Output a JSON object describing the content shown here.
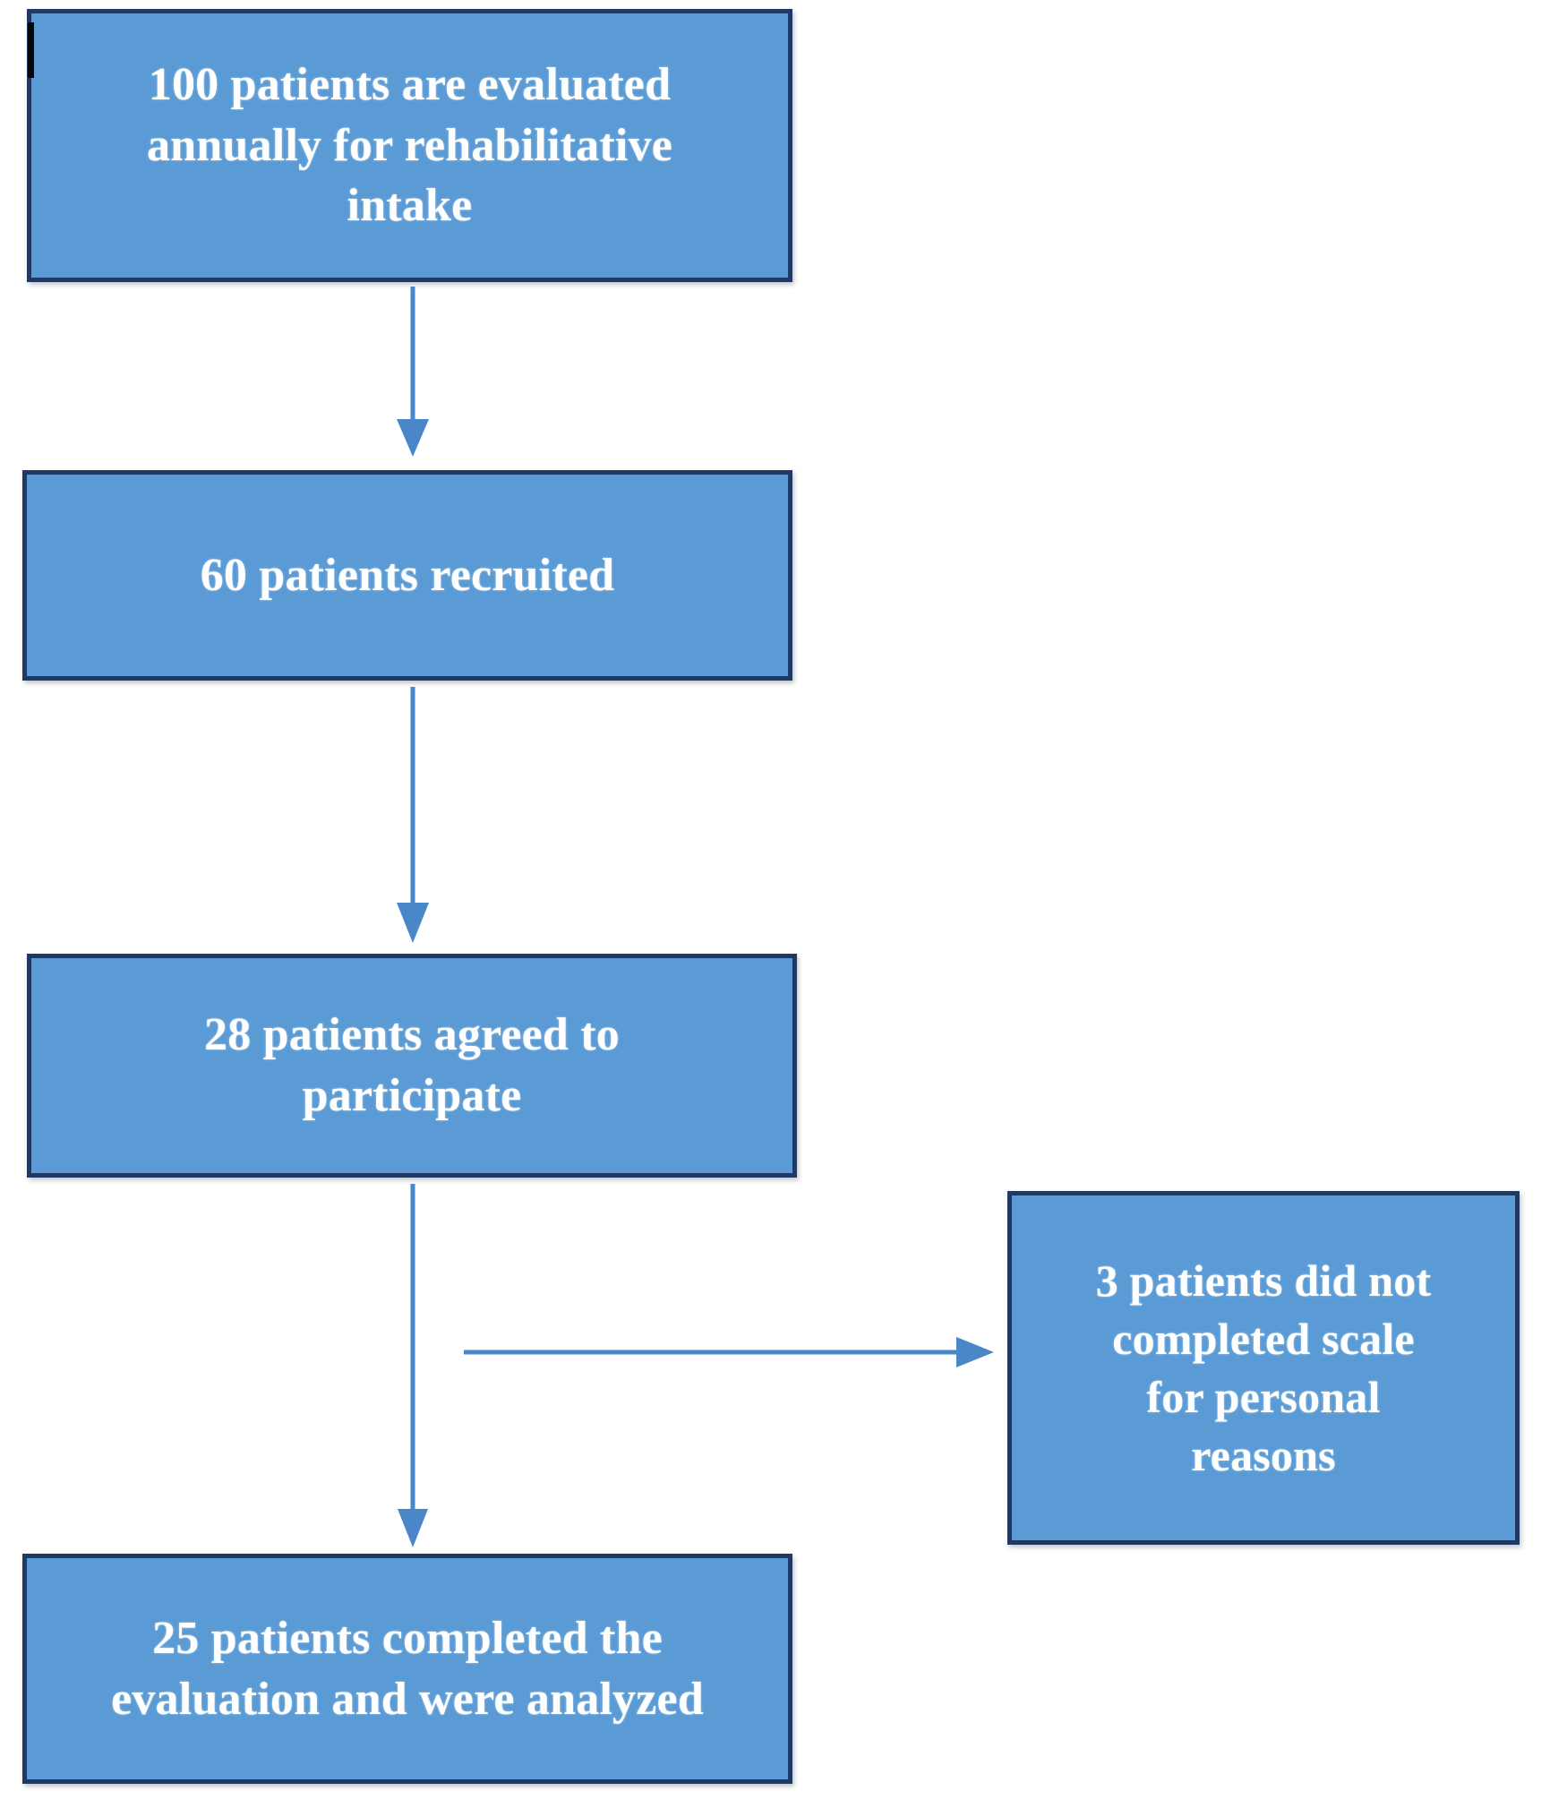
{
  "figure": {
    "kind": "patient-flow-diagram",
    "background_color": "#ffffff",
    "box_fill_color": "#5b9bd5",
    "box_border_color": "#1f3864",
    "box_text_color": "#ffffff",
    "arrow_color": "#4a87c8"
  },
  "nodes": {
    "intake": {
      "id": "intake",
      "text": "100 patients are evaluated\nannually for rehabilitative\nintake",
      "count": 100
    },
    "recruited": {
      "id": "recruited",
      "text": "60 patients recruited",
      "count": 60
    },
    "agreed": {
      "id": "agreed",
      "text": "28 patients agreed to\nparticipate",
      "count": 28
    },
    "dropout": {
      "id": "dropout",
      "text": "3 patients did not\ncompleted scale\nfor personal\nreasons",
      "count": 3
    },
    "analyzed": {
      "id": "analyzed",
      "text": "25 patients completed the\nevaluation and were analyzed",
      "count": 25
    }
  },
  "connectors": [
    {
      "id": "intake-to-recruited",
      "from": "intake",
      "to": "recruited",
      "direction": "down",
      "icon": "arrow-down-icon"
    },
    {
      "id": "recruited-to-agreed",
      "from": "recruited",
      "to": "agreed",
      "direction": "down",
      "icon": "arrow-down-icon"
    },
    {
      "id": "agreed-to-analyzed",
      "from": "agreed",
      "to": "analyzed",
      "direction": "down",
      "icon": "arrow-down-icon"
    },
    {
      "id": "agreed-to-dropout",
      "from": "agreed",
      "to": "dropout",
      "direction": "right",
      "icon": "arrow-right-icon"
    }
  ],
  "artifacts": {
    "caret": {
      "id": "text-caret-artifact",
      "description": "black text caret mark"
    }
  }
}
